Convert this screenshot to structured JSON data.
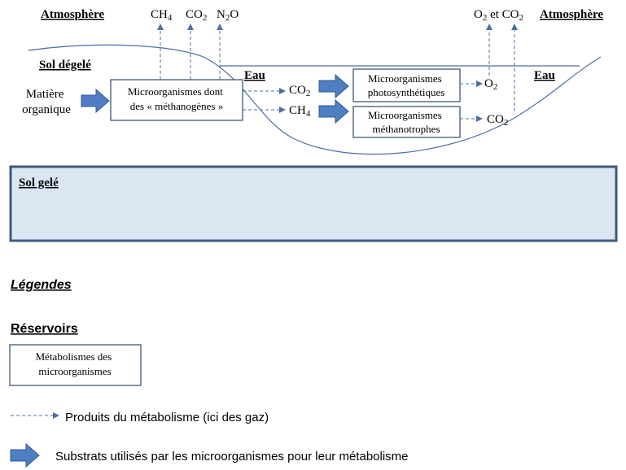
{
  "atmosphere_left": {
    "title": "Atmosphère",
    "gas_ch4": "CH",
    "gas_ch4_sub": "4",
    "gas_co2": "CO",
    "gas_co2_sub": "2",
    "gas_n2o_a": "N",
    "gas_n2o_sub": "2",
    "gas_n2o_b": "O"
  },
  "atmosphere_right": {
    "title": "Atmosphère",
    "o2": "O",
    "o2_sub": "2",
    "et": " et CO",
    "co2_sub": "2"
  },
  "sol_degele": "Sol dégelé",
  "eau_left": "Eau",
  "eau_right": "Eau",
  "matiere_organique": {
    "line1": "Matière",
    "line2": "organique"
  },
  "box_methanogenes": {
    "line1": "Microorganismes dont",
    "line2": "des « méthanogènes »"
  },
  "mid_co2": {
    "main": "CO",
    "sub": "2"
  },
  "mid_ch4": {
    "main": "CH",
    "sub": "4"
  },
  "box_photo": {
    "line1": "Microorganismes",
    "line2": "photosynthétiques"
  },
  "box_metha": {
    "line1": "Microorganismes",
    "line2": "méthanotrophes"
  },
  "out_o2": {
    "main": "O",
    "sub": "2"
  },
  "out_co2": {
    "main": "CO",
    "sub": "2"
  },
  "sol_gele": "Sol gelé",
  "colors": {
    "line_blue": "#4a6fa5",
    "arrow_fill": "#4f7fc2",
    "arrow_stroke": "#2e5a94",
    "frozen_fill": "#dce6f2",
    "frozen_stroke": "#3d5a80",
    "box_stroke": "#2e4a6b"
  },
  "legend": {
    "title": "Légendes",
    "reservoirs": "Réservoirs",
    "box_line1": "Métabolismes des",
    "box_line2": "microorganismes",
    "dashed_label": "Produits du métabolisme (ici des gaz)",
    "thick_label": "Substrats utilisés par les microorganismes pour leur métabolisme"
  }
}
